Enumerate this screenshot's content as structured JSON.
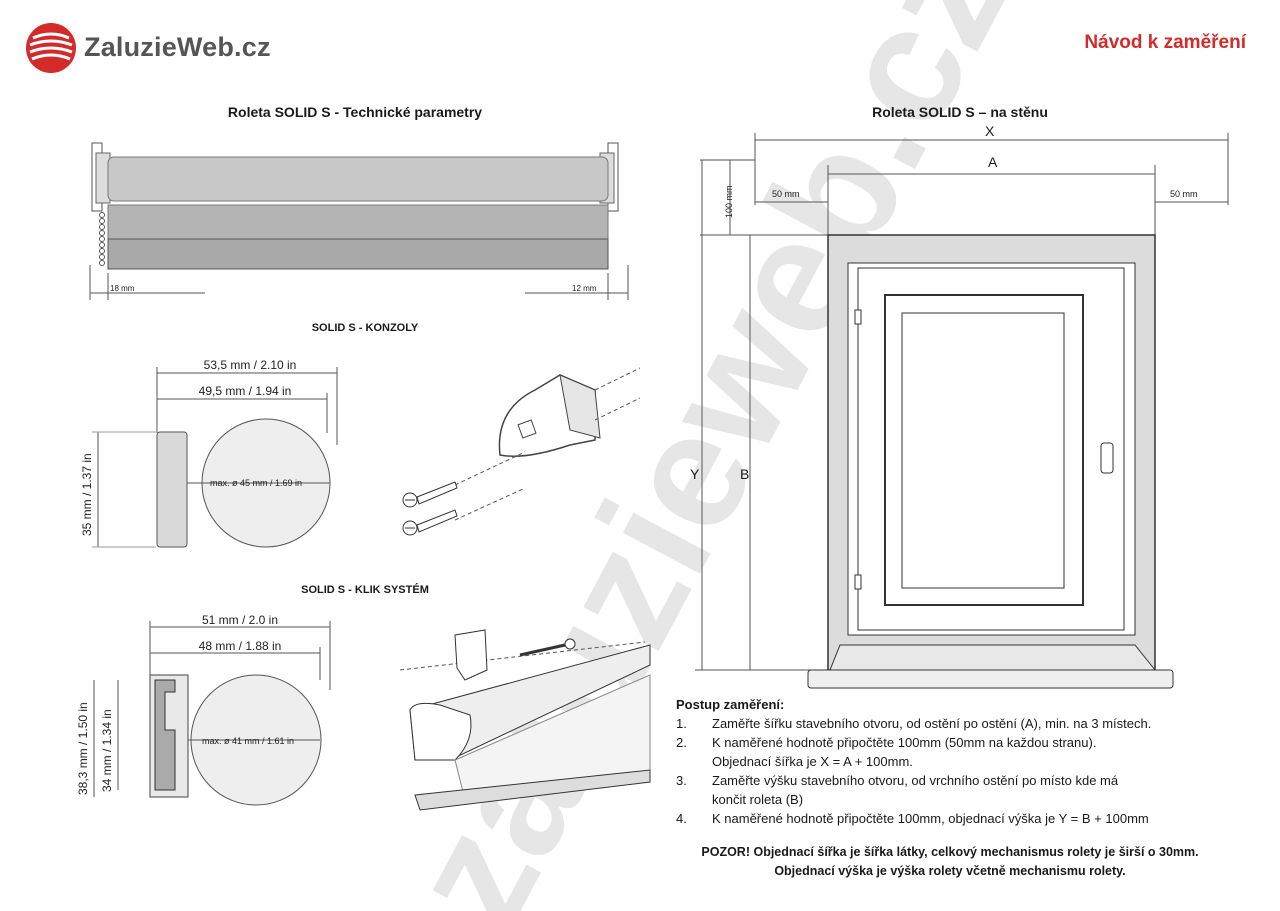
{
  "header": {
    "logo_text": "ZaluzieWeb.cz",
    "doc_title": "Návod k zaměření"
  },
  "colors": {
    "brand_red": "#d42a2a",
    "watermark": "#e6e6e6",
    "profile_gray": "#aaaaaa"
  },
  "left": {
    "title": "Roleta SOLID S - Technické parametry",
    "offset_left": "18 mm",
    "offset_right": "12 mm",
    "konzoly": {
      "title": "SOLID S - KONZOLY",
      "width_outer": "53,5 mm / 2.10 in",
      "width_inner": "49,5 mm / 1.94 in",
      "height": "35 mm / 1.37 in",
      "diameter": "max. ø 45 mm / 1.69 in"
    },
    "klik": {
      "title": "SOLID S - KLIK SYSTÉM",
      "width_outer": "51 mm / 2.0 in",
      "width_inner": "48 mm / 1.88 in",
      "height_outer": "38,3 mm / 1.50 in",
      "height_inner": "34 mm / 1.34 in",
      "diameter": "max. ø 41 mm / 1.61 in"
    }
  },
  "right": {
    "title": "Roleta SOLID S – na stěnu",
    "label_x": "X",
    "label_a": "A",
    "label_y": "Y",
    "label_b": "B",
    "margin_left": "50 mm",
    "margin_right": "50 mm",
    "margin_top": "100 mm"
  },
  "procedure": {
    "heading": "Postup zaměření:",
    "steps": [
      {
        "num": "1.",
        "text": "Zaměřte šířku stavebního otvoru, od ostění po ostění (A), min. na 3 místech."
      },
      {
        "num": "2.",
        "text": "K naměřené hodnotě připočtěte 100mm (50mm na každou stranu)."
      },
      {
        "num": "",
        "text": "Objednací šířka je X = A + 100mm."
      },
      {
        "num": "3.",
        "text": "Zaměřte výšku stavebního otvoru, od vrchního ostění po místo kde má"
      },
      {
        "num": "",
        "text": "končit roleta (B)"
      },
      {
        "num": "4.",
        "text": "K naměřené hodnotě připočtěte 100mm, objednací výška je Y = B + 100mm"
      }
    ],
    "warning_1": "POZOR! Objednací šířka je šířka látky, celkový mechanismus rolety je širší o 30mm.",
    "warning_2": "Objednací výška je výška rolety včetně mechanismu rolety."
  },
  "watermark_text": "zaluzieweb.cz"
}
